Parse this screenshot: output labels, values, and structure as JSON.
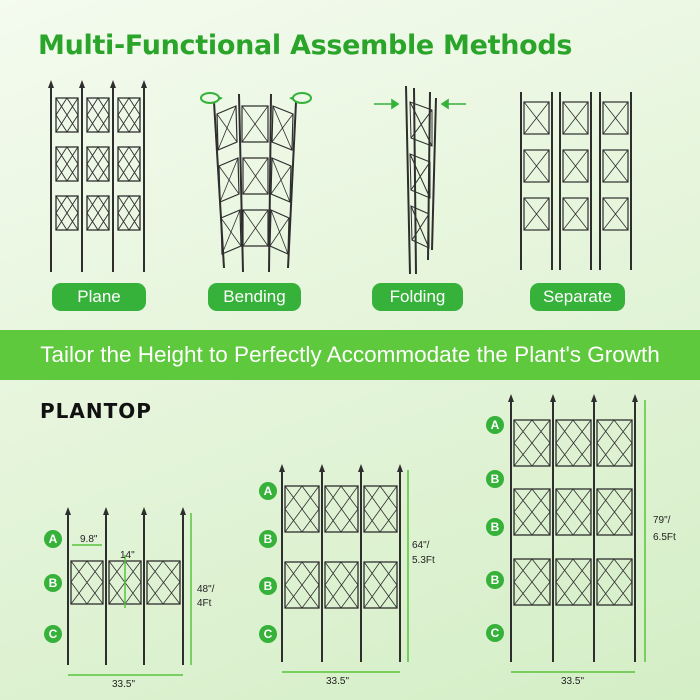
{
  "title": "Multi-Functional Assemble Methods",
  "methods": [
    {
      "label": "Plane"
    },
    {
      "label": "Bending"
    },
    {
      "label": "Folding"
    },
    {
      "label": "Separate"
    }
  ],
  "banner": "Tailor the Height to Perfectly Accommodate the Plant's Growth",
  "brand": "PLANTOP",
  "size_1": {
    "markers": [
      "A",
      "B",
      "C"
    ],
    "width": "33.5\"",
    "height_in": "48\"/",
    "height_ft": "4Ft",
    "panel_width": "9.8\"",
    "panel_height": "14\""
  },
  "size_2": {
    "markers": [
      "A",
      "B",
      "B",
      "C"
    ],
    "width": "33.5\"",
    "height_in": "64\"/",
    "height_ft": "5.3Ft"
  },
  "size_3": {
    "markers": [
      "A",
      "B",
      "B",
      "B",
      "C"
    ],
    "width": "33.5\"",
    "height_in": "79\"/",
    "height_ft": "6.5Ft"
  },
  "colors": {
    "accent": "#36b13a",
    "banner": "#5ec93d",
    "dimension": "#58c43c",
    "trellis": "#2e2e2e"
  }
}
